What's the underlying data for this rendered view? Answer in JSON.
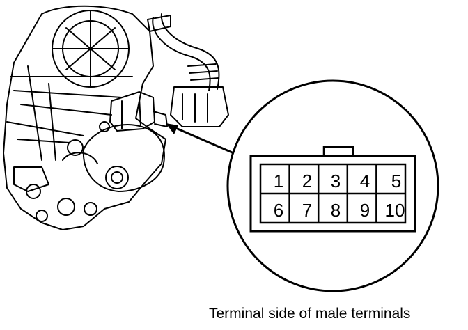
{
  "connector": {
    "pins_top": [
      "1",
      "2",
      "3",
      "4",
      "5"
    ],
    "pins_bottom": [
      "6",
      "7",
      "8",
      "9",
      "10"
    ]
  },
  "caption": "Terminal side of male terminals"
}
